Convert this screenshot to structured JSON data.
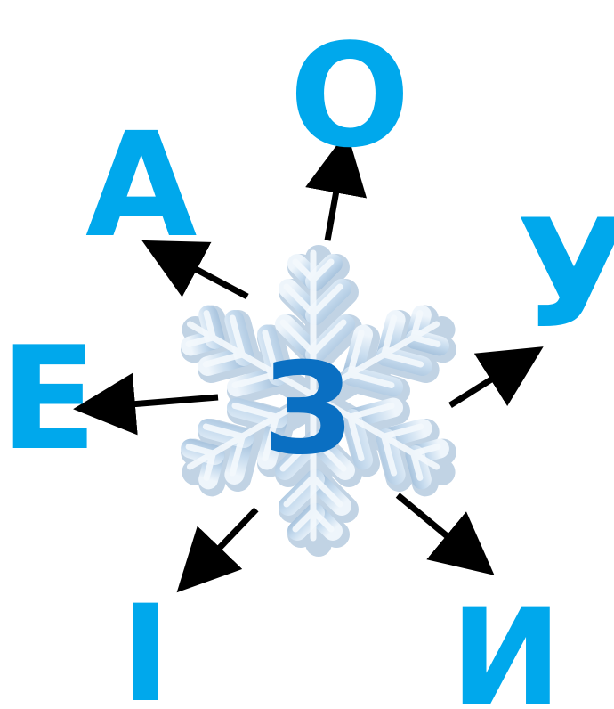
{
  "center": {
    "letter": "З",
    "color": "#0a6fc2"
  },
  "letters": {
    "top": "О",
    "upper_left": "А",
    "upper_right": "У",
    "left": "Е",
    "lower_left": "І",
    "lower_right": "И"
  },
  "colors": {
    "letter": "#00a8ec",
    "arrow": "#000000",
    "snowflake": "#c8dcee"
  },
  "icons": {
    "snowflake": "snowflake-icon"
  }
}
